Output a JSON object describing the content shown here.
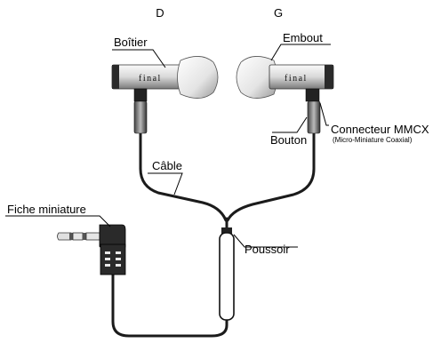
{
  "sides": {
    "right": "D",
    "left": "G"
  },
  "labels": {
    "housing": "Boîtier",
    "eartip": "Embout",
    "connector": "Connecteur MMCX",
    "connector_sub": "(Micro-Miniature Coaxial)",
    "button": "Bouton",
    "cable": "Câble",
    "mini_plug": "Fiche miniature",
    "remote": "Poussoir"
  },
  "brand": {
    "right": "final",
    "left": "final"
  }
}
